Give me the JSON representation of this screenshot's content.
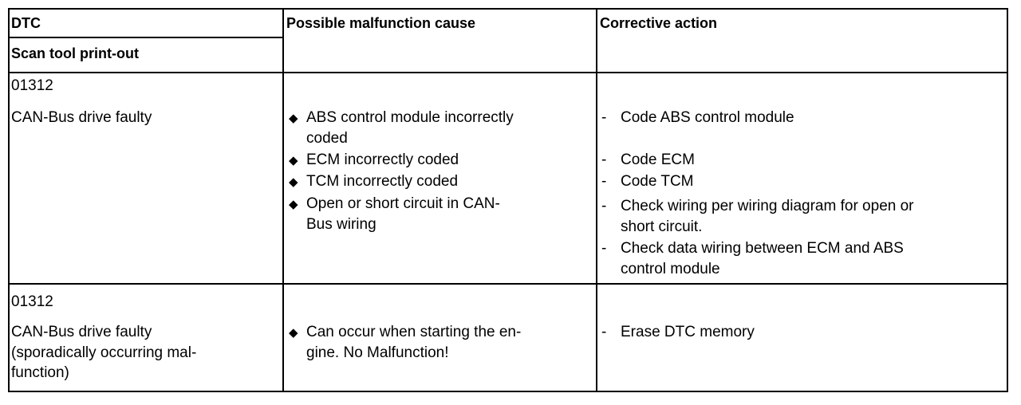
{
  "table": {
    "headers": {
      "dtc": "DTC",
      "scan_tool": "Scan tool print-out",
      "cause": "Possible malfunction cause",
      "action": "Corrective action"
    },
    "rows": [
      {
        "code": "01312",
        "description_lines": [
          "CAN-Bus drive faulty"
        ],
        "causes": [
          {
            "lines": [
              "ABS control module incorrectly",
              "coded"
            ]
          },
          {
            "lines": [
              "ECM incorrectly coded"
            ]
          },
          {
            "lines": [
              "TCM incorrectly coded"
            ]
          },
          {
            "lines": [
              "Open or short circuit in CAN-",
              "Bus wiring"
            ]
          }
        ],
        "actions": [
          {
            "lines": [
              "Code ABS control module"
            ]
          },
          {
            "lines": [
              "Code ECM"
            ]
          },
          {
            "lines": [
              "Code TCM"
            ]
          },
          {
            "lines": [
              "Check wiring per wiring diagram for open or",
              "short circuit."
            ]
          },
          {
            "lines": [
              "Check data wiring between ECM and ABS",
              "control module"
            ]
          }
        ]
      },
      {
        "code": "01312",
        "description_lines": [
          "CAN-Bus drive faulty",
          "(sporadically occurring mal-",
          "function)"
        ],
        "causes": [
          {
            "lines": [
              "Can occur when starting the en-",
              "gine.  No Malfunction!"
            ]
          }
        ],
        "actions": [
          {
            "lines": [
              "Erase DTC memory"
            ]
          }
        ]
      }
    ]
  },
  "symbols": {
    "bullet": "◆",
    "dash": "-"
  }
}
